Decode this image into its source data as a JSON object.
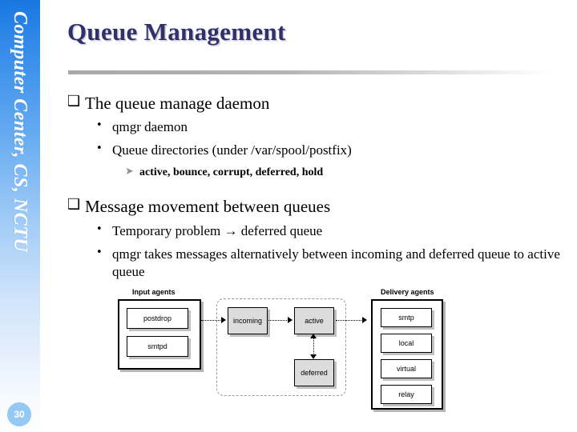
{
  "sidebar": {
    "label": "Computer Center, CS, NCTU",
    "page_number": "30",
    "gradient_top_color": "#1877e0",
    "gradient_bottom_color": "#fdfeff",
    "badge_color": "#93c9f2"
  },
  "title": {
    "text": "Queue Management",
    "color": "#31306b"
  },
  "body": {
    "groups": [
      {
        "heading": "The queue manage daemon",
        "heading_glyph": "❑",
        "items": [
          {
            "glyph": "•",
            "text": "qmgr daemon",
            "sub": []
          },
          {
            "glyph": "•",
            "text": "Queue directories (under /var/spool/postfix)",
            "sub": [
              {
                "glyph": "➤",
                "text": "active, bounce, corrupt, deferred, hold"
              }
            ]
          }
        ]
      },
      {
        "heading": "Message movement between queues",
        "heading_glyph": "❑",
        "items": [
          {
            "glyph": "•",
            "text": "Temporary problem → deferred queue",
            "sub": []
          },
          {
            "glyph": "•",
            "text": "qmgr takes messages alternatively between incoming and deferred queue to active queue",
            "sub": []
          }
        ]
      }
    ]
  },
  "diagram": {
    "input_agents_caption": "Input agents",
    "delivery_agents_caption": "Delivery agents",
    "input_agents": [
      "postdrop",
      "smtpd"
    ],
    "queues": [
      "incoming",
      "active",
      "deferred"
    ],
    "delivery_agents": [
      "smtp",
      "local",
      "virtual",
      "relay"
    ]
  }
}
